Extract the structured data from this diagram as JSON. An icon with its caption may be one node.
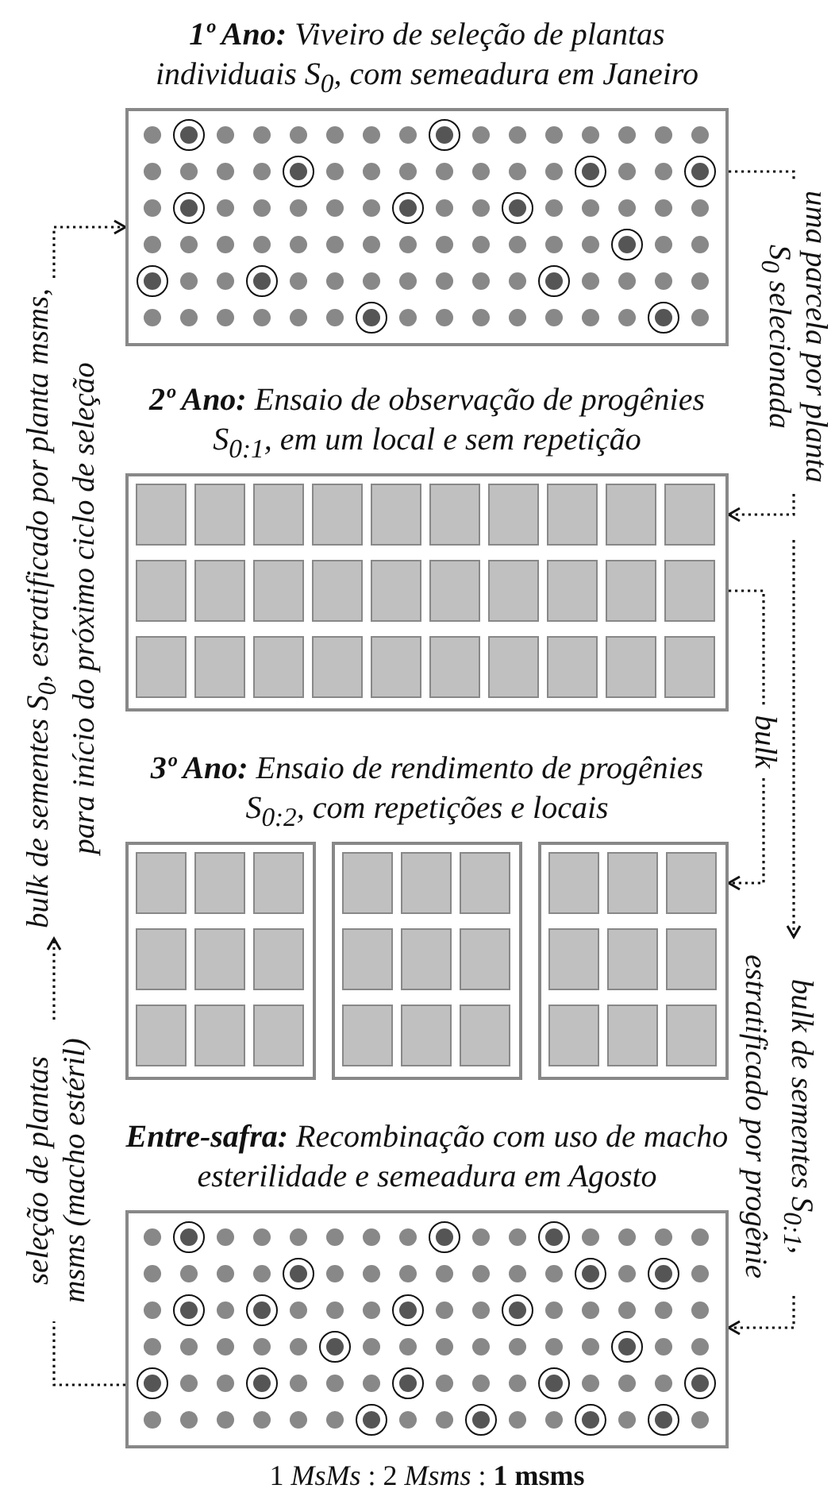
{
  "diagram": {
    "nodes": [
      {
        "text": [
          "**1º Ano:** Viveiro de seleção de plantas individuais S$_{0}$, com semeadura em Janeiro"
        ]
      },
      {
        "text": [
          "**2º Ano:** Ensaio de observação de progênies S$_{0:1}$, em um local e sem repetição"
        ]
      },
      {
        "text": [
          "**3º Ano:** Ensaio de rendimento de progênies S$_{0:2}$, com repetições e locais"
        ]
      },
      {
        "text": [],
        "shape": "box",
        "in": 2
      },
      {
        "text": [],
        "shape": "box",
        "in": 2
      },
      {
        "text": [],
        "shape": "box",
        "in": 2
      },
      {
        "text": [
          "**Entre-safra:** Recombinação com uso de macho esterilidade e semeadura em Agosto"
        ],
        "beside": [
          "1 *MsMs* : 2 *Msms* : **1** **msms**"
        ]
      },
      {
        "text": [
          "uma parcela por planta S$_{0}$ selecionada"
        ]
      },
      {
        "text": [
          "bulk de sementes S$_{0:1}$, estratificado por progênie"
        ]
      },
      {
        "text": [
          "seleção de plantas msms (macho estéril)"
        ]
      },
      {
        "text": [
          "bulk de sementes S$_{0}$, estratificado por planta msms, para início do próximo ciclo de seleção"
        ]
      }
    ],
    "edges": [
      {
        "from": 0,
        "to": 7,
        "arrow": "none"
      },
      {
        "from": 7,
        "to": 1,
        "arrow": "to"
      },
      {
        "from": 1,
        "to": 5,
        "arrow": "to",
        "label": "bulk"
      },
      {
        "from": null,
        "to": 8,
        "arrow": "to"
      },
      {
        "from": 8,
        "to": 6,
        "arrow": "to"
      },
      {
        "from": 6,
        "to": 9,
        "arrow": "none"
      },
      {
        "from": 9,
        "to": 10,
        "arrow": "to"
      },
      {
        "from": 10,
        "to": 0,
        "arrow": "to"
      }
    ]
  }
}
